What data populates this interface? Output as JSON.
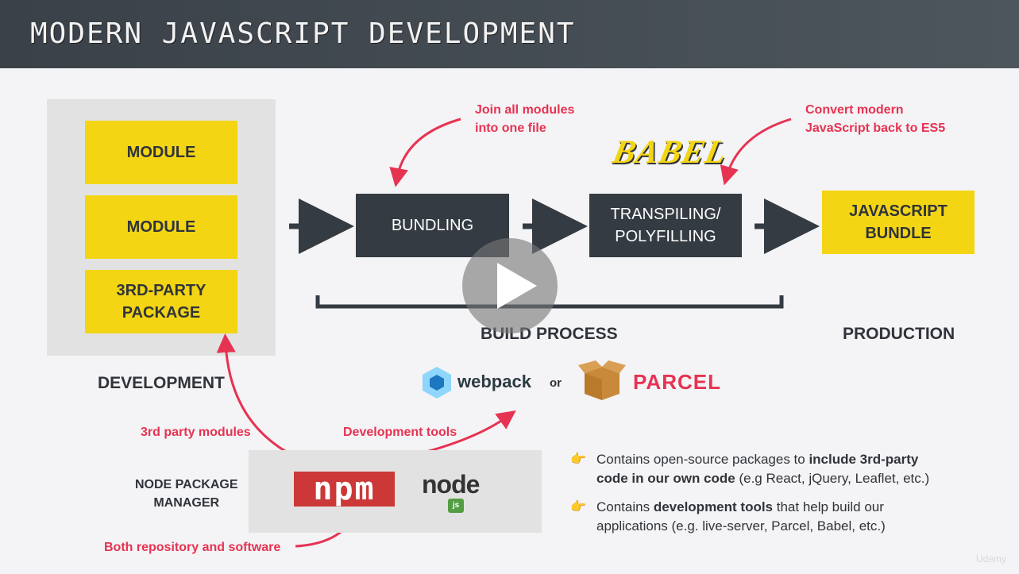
{
  "header": {
    "title": "MODERN JAVASCRIPT DEVELOPMENT"
  },
  "development": {
    "modules": [
      "MODULE",
      "MODULE",
      "3RD-PARTY\nPACKAGE"
    ],
    "label": "DEVELOPMENT"
  },
  "build": {
    "bundling": "BUNDLING",
    "transpiling": "TRANSPILING/\nPOLYFILLING",
    "label": "BUILD PROCESS",
    "note_bundling": "Join all modules\ninto one file",
    "note_transpiling": "Convert modern\nJavaScript back to ES5",
    "babel_logo": "BABEL",
    "webpack": "webpack",
    "or": "or",
    "parcel": "PARCEL"
  },
  "production": {
    "bundle": "JAVASCRIPT\nBUNDLE",
    "label": "PRODUCTION"
  },
  "npm": {
    "title": "NODE PACKAGE\nMANAGER",
    "logo_text": "npm",
    "node_logo": "node",
    "node_sub": "js",
    "note_modules": "3rd party modules",
    "note_tools": "Development tools",
    "note_repo": "Both repository and software"
  },
  "bullets": [
    {
      "pre": "Contains open-source packages to ",
      "bold": "include 3rd-party code in our own code",
      "post": " (e.g React, jQuery, Leaflet, etc.)"
    },
    {
      "pre": "Contains ",
      "bold": "development tools",
      "post": " that help build our applications (e.g. live-server, Parcel, Babel, etc.)"
    }
  ],
  "bullet_icon": "pointing-hand-icon",
  "watermark": "Udemy",
  "colors": {
    "accent_yellow": "#f3d514",
    "dark_box": "#343b42",
    "note_red": "#e63352",
    "header": "#3a4148"
  }
}
